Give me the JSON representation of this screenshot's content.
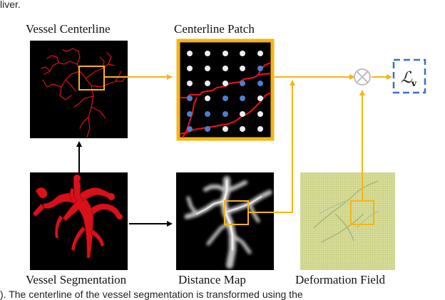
{
  "fragments": {
    "top_left": "liver.",
    "bottom_caption": "). The centerline of the vessel segmentation is transformed using the"
  },
  "panels": {
    "vessel_centerline": {
      "label": "Vessel Centerline"
    },
    "centerline_patch": {
      "label": "Centerline Patch"
    },
    "vessel_segmentation": {
      "label": "Vessel Segmentation"
    },
    "distance_map": {
      "label": "Distance Map"
    },
    "deformation_field": {
      "label": "Deformation Field"
    }
  },
  "operators": {
    "multiply": {
      "symbol": "⊗"
    },
    "loss": {
      "symbol": "ℒ",
      "subscript": "v"
    }
  },
  "colors": {
    "panel_bg": "#000000",
    "vessel_red": "#e0101a",
    "highlight_orange": "#f7b512",
    "dot_white": "#e9edf3",
    "dot_blue": "#4a7fd0",
    "loss_blue": "#3a6fc8",
    "field_yellow": "#d4d86a",
    "multiply_gray": "#bdbdbd"
  }
}
